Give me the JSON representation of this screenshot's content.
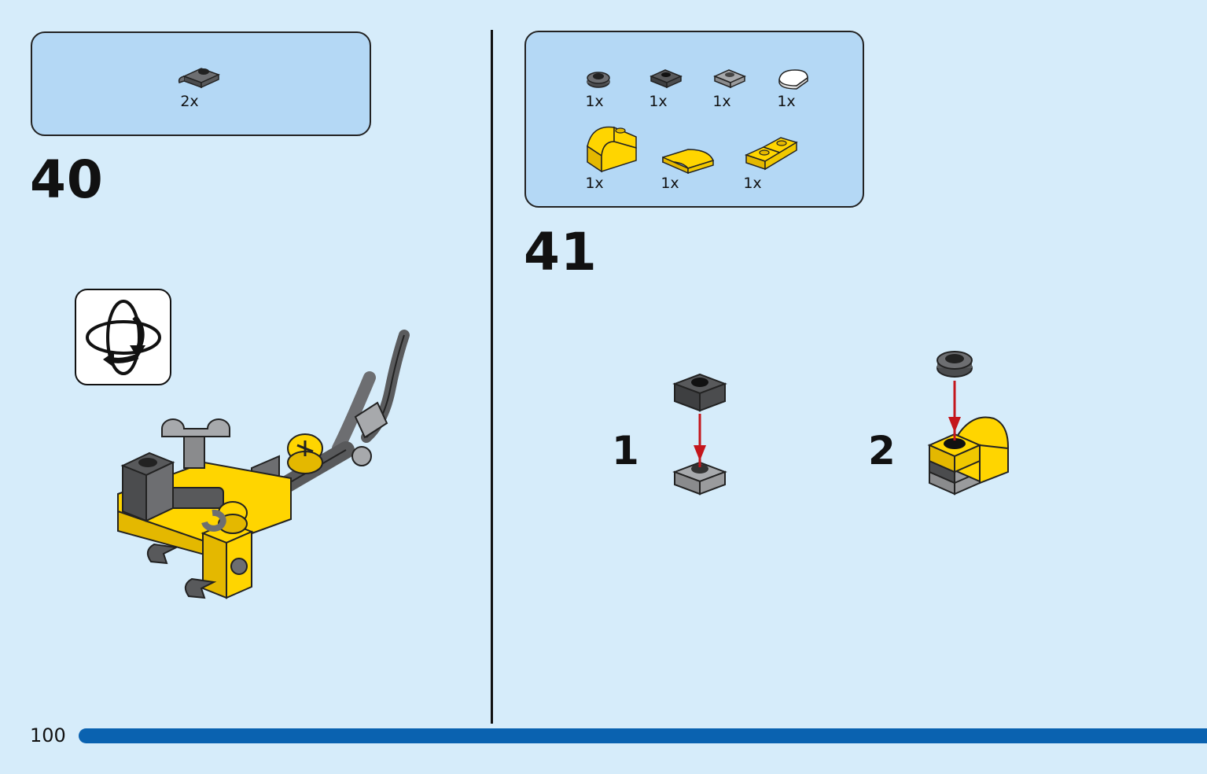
{
  "page": {
    "number": "100",
    "accent_color": "#0a62b0",
    "background_color": "#d6ecfa",
    "parts_box_color": "#b4d8f5"
  },
  "step40": {
    "number": "40",
    "parts": [
      {
        "icon": "dark-gray-clip-plate-icon",
        "qty": "2x"
      }
    ],
    "rotate_icon": "rotate-model-icon"
  },
  "step41": {
    "number": "41",
    "parts": [
      {
        "icon": "dark-round-plate-icon",
        "qty": "1x"
      },
      {
        "icon": "dark-gray-plate-icon",
        "qty": "1x"
      },
      {
        "icon": "light-gray-plate-icon",
        "qty": "1x"
      },
      {
        "icon": "white-round-tile-icon",
        "qty": "1x"
      },
      {
        "icon": "yellow-curved-slope-icon",
        "qty": "1x"
      },
      {
        "icon": "yellow-curved-tile-icon",
        "qty": "1x"
      },
      {
        "icon": "yellow-inverted-slope-icon",
        "qty": "1x"
      }
    ],
    "substeps": [
      {
        "number": "1"
      },
      {
        "number": "2"
      }
    ]
  }
}
